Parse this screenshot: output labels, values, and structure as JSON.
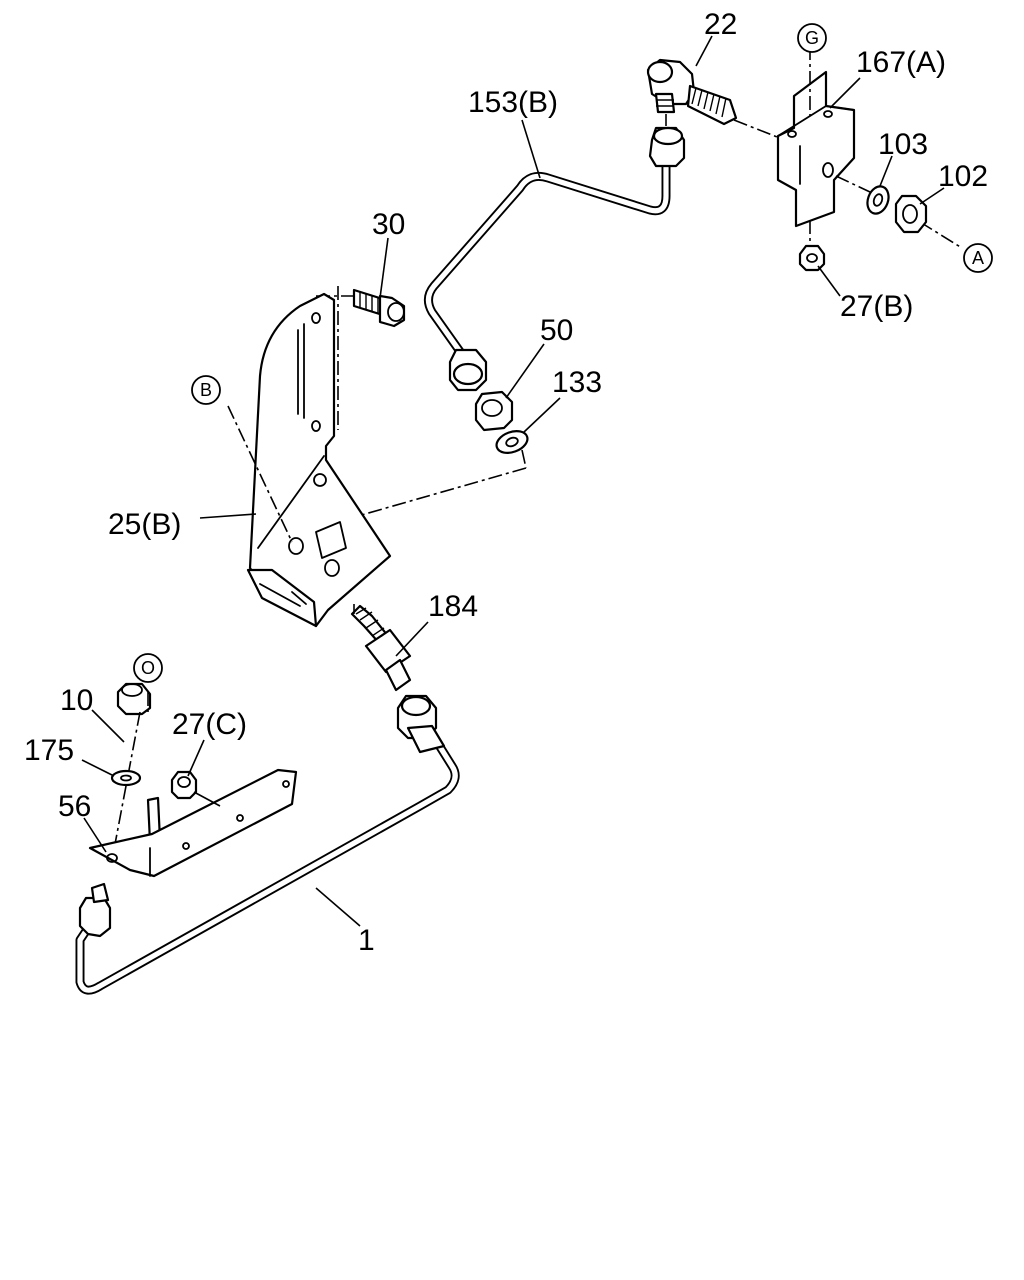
{
  "callouts": {
    "p22": "22",
    "p167a": "167(A)",
    "p153b": "153(B)",
    "p103": "103",
    "p102": "102",
    "p30": "30",
    "p27b": "27(B)",
    "p50": "50",
    "p133": "133",
    "p25b": "25(B)",
    "p184": "184",
    "p10": "10",
    "p27c": "27(C)",
    "p175": "175",
    "p56": "56",
    "p1": "1"
  },
  "refs": {
    "g": "G",
    "a": "A",
    "b": "B",
    "o": "O"
  }
}
